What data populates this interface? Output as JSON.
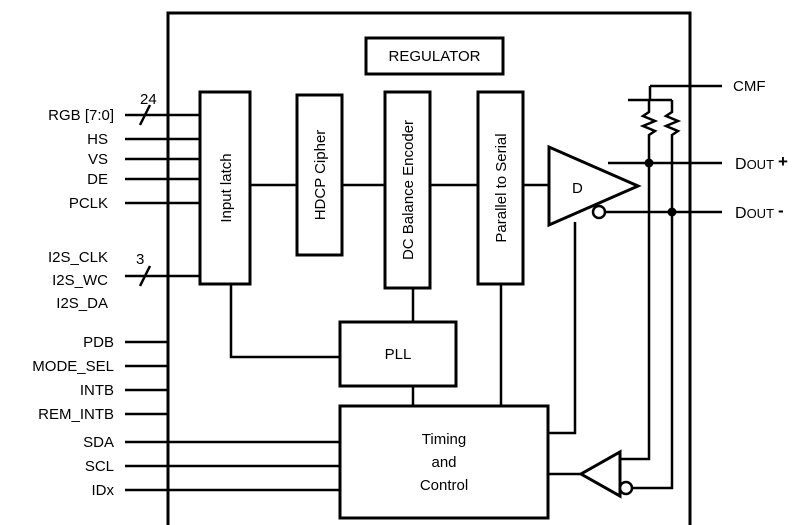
{
  "blocks": {
    "regulator": "REGULATOR",
    "input_latch": "Input latch",
    "hdcp_cipher": "HDCP Cipher",
    "dc_balance_encoder": "DC Balance Encoder",
    "parallel_to_serial": "Parallel to Serial",
    "pll": "PLL",
    "timing_line1": "Timing",
    "timing_line2": "and",
    "timing_line3": "Control",
    "driver": "D"
  },
  "inputs": {
    "rgb": "RGB [7:0]",
    "rgb_width": "24",
    "hs": "HS",
    "vs": "VS",
    "de": "DE",
    "pclk": "PCLK",
    "i2s_clk": "I2S_CLK",
    "i2s_wc": "I2S_WC",
    "i2s_da": "I2S_DA",
    "i2s_width": "3",
    "pdb": "PDB",
    "mode_sel": "MODE_SEL",
    "intb": "INTB",
    "rem_intb": "REM_INTB",
    "sda": "SDA",
    "scl": "SCL",
    "idx": "IDx"
  },
  "outputs": {
    "cmf": "CMF",
    "dout_base": "D",
    "dout_sub": "OUT",
    "dout_plus_sign": "+",
    "dout_minus_sign": "-"
  }
}
